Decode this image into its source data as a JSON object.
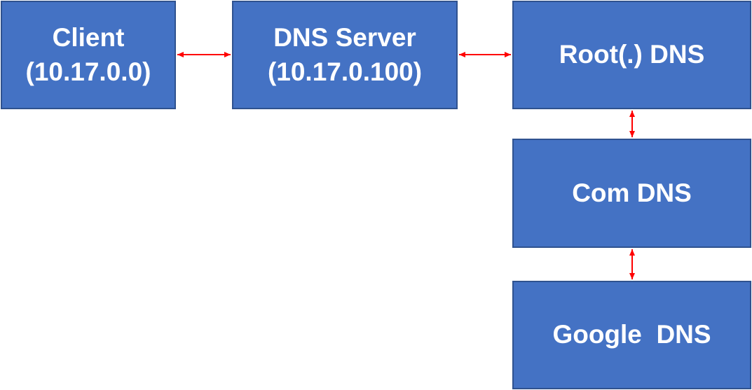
{
  "colors": {
    "node_fill": "#4472C4",
    "node_border": "#2F528F",
    "node_text": "#FFFFFF",
    "connector": "#FF0000"
  },
  "nodes": {
    "client": {
      "line1": "Client",
      "line2": "(10.17.0.0)"
    },
    "dns_server": {
      "line1": "DNS Server",
      "line2": "(10.17.0.100)"
    },
    "root_dns": {
      "line1": "Root(.) DNS"
    },
    "com_dns": {
      "line1": "Com DNS"
    },
    "google_dns": {
      "line1": "Google  DNS"
    }
  },
  "connectors": [
    {
      "from": "client",
      "to": "dns_server",
      "direction": "bidirectional"
    },
    {
      "from": "dns_server",
      "to": "root_dns",
      "direction": "bidirectional"
    },
    {
      "from": "root_dns",
      "to": "com_dns",
      "direction": "bidirectional"
    },
    {
      "from": "com_dns",
      "to": "google_dns",
      "direction": "bidirectional"
    }
  ]
}
